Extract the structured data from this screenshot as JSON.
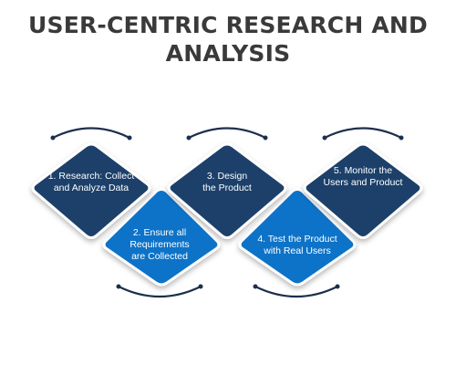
{
  "title_lines": [
    "USER-CENTRIC RESEARCH AND",
    "ANALYSIS"
  ],
  "steps": [
    {
      "label": "1. Research: Collect\nand Analyze  Data",
      "row": "top",
      "color": "#1a3f6b"
    },
    {
      "label": "2. Ensure all\nRequirements\nare Collected",
      "row": "bottom",
      "color": "#0f73c8"
    },
    {
      "label": "3. Design\nthe Product",
      "row": "top",
      "color": "#1a3f6b"
    },
    {
      "label": "4. Test the Product\nwith Real Users",
      "row": "bottom",
      "color": "#0f73c8"
    },
    {
      "label": "5. Monitor the\nUsers and Product",
      "row": "top",
      "color": "#1a3f6b"
    }
  ],
  "colors": {
    "title": "#3a3a3a",
    "dark_navy": "#1a3f6b",
    "bright_blue": "#0f73c8",
    "arc": "#1d2f4d"
  }
}
